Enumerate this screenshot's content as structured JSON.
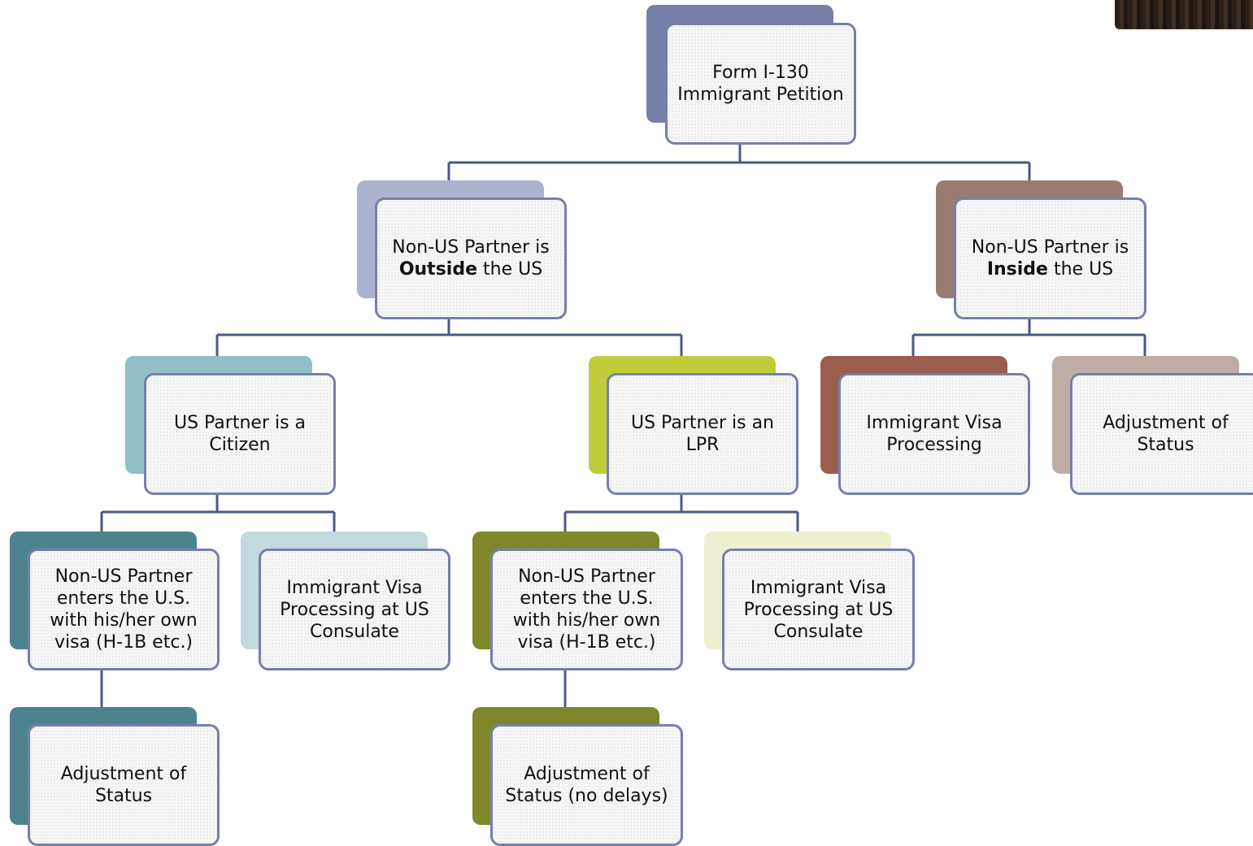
{
  "nodes": {
    "root": {
      "lines": [
        "Form I-130",
        "Immigrant Petition"
      ],
      "accent": "#7680a8"
    },
    "outside": {
      "pre": "Non-US Partner is",
      "bold": "Outside",
      "post": "the US",
      "accent": "#adb2ce"
    },
    "inside": {
      "pre": "Non-US Partner is",
      "bold": "Inside",
      "post": "the US",
      "accent": "#9a7b72"
    },
    "citizen": {
      "lines": [
        "US Partner is a",
        "Citizen"
      ],
      "accent": "#92bfc6"
    },
    "lpr": {
      "lines": [
        "US Partner is an",
        "LPR"
      ],
      "accent": "#c0cc3a"
    },
    "iv_inside": {
      "lines": [
        "Immigrant Visa",
        "Processing"
      ],
      "accent": "#9b5e4c"
    },
    "aos_inside": {
      "lines": [
        "Adjustment of",
        "Status"
      ],
      "accent": "#bfaca5"
    },
    "cit_enter": {
      "lines": [
        "Non-US Partner",
        "enters the U.S.",
        "with his/her own",
        "visa (H-1B etc.)"
      ],
      "accent": "#4e838e"
    },
    "cit_consulate": {
      "lines": [
        "Immigrant Visa",
        "Processing at US",
        "Consulate"
      ],
      "accent": "#c3d9de"
    },
    "lpr_enter": {
      "lines": [
        "Non-US Partner",
        "enters the U.S.",
        "with his/her own",
        "visa (H-1B etc.)"
      ],
      "accent": "#80872b"
    },
    "lpr_consulate": {
      "lines": [
        "Immigrant Visa",
        "Processing at US",
        "Consulate"
      ],
      "accent": "#eef0cf"
    },
    "cit_aos": {
      "lines": [
        "Adjustment of",
        "Status"
      ],
      "accent": "#4e838e"
    },
    "lpr_aos": {
      "lines": [
        "Adjustment of",
        "Status (no delays)"
      ],
      "accent": "#80872b"
    }
  },
  "colors": {
    "connector": "#4a5a84",
    "border": "#7680a8"
  }
}
